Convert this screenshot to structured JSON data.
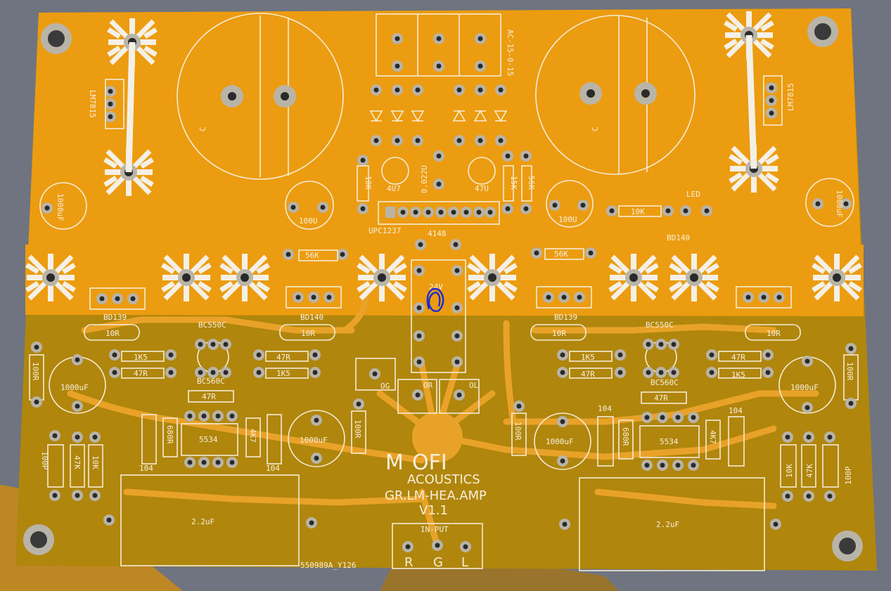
{
  "colors": {
    "board_top": "#ec9c10",
    "board_bottom": "#b0860c",
    "copper_trace": "#e9a228",
    "silkscreen": "#f5ecd6",
    "pad": "#b9b4a8",
    "hole": "#2a2a2a",
    "background_cloth": "#c58a18",
    "annotation": "#1a2bd6"
  },
  "icons": [
    "mounting-hole-icon",
    "heatsink-pad-icon",
    "diode-symbol-icon",
    "scribble-mark-icon"
  ],
  "labels": {
    "ac_connector": "AC-15-0-15",
    "reg_left": "LM7815",
    "reg_right": "LM7815",
    "cap_big_left": "C",
    "cap_big_right": "C",
    "cap_1000u_left": "1000uF",
    "cap_1000u_right": "1000uF",
    "cap_100u_left": "100U",
    "cap_100u_right": "100U",
    "r_10k_top": "10K",
    "cap_4u7": "4U7",
    "cap_0022u": "0.022U",
    "cap_47u": "47U",
    "r_15k": "15K",
    "r_56k_top": "56K",
    "led": "LED",
    "r_10k_led": "10K",
    "ic_upc": "UPC1237",
    "diode_4148": "4148",
    "r_56k_left": "56K",
    "r_56k_right": "56K",
    "bd140_right_top": "BD140",
    "bd139_left": "BD139",
    "bd140_left": "BD140",
    "bd139_right": "BD139",
    "relay_24v": "24V",
    "r_10r_a": "10R",
    "r_10r_b": "10R",
    "r_10r_c": "10R",
    "r_10r_d": "10R",
    "bc550c_left": "BC550C",
    "bc560c_left": "BC560C",
    "bc550c_right": "BC550C",
    "bc560c_right": "BC560C",
    "r_1k5_a": "1K5",
    "r_47r_a": "47R",
    "r_47r_b": "47R",
    "r_1k5_b": "1K5",
    "r_47r_c": "47R",
    "r_1k5_c": "1K5",
    "r_47r_d": "47R",
    "r_47r_e": "47R",
    "r_1k5_d": "1K5",
    "r_47r_f": "47R",
    "r_100r_left": "100R",
    "r_100r_right": "100R",
    "r_100r_mid_l": "100R",
    "r_100r_mid_r": "100R",
    "cap_1000uf_bl": "1000uF",
    "cap_1000uf_ml": "1000uF",
    "cap_1000uf_mr": "1000uF",
    "cap_1000uf_br": "1000uF",
    "r_680r_left": "680R",
    "r_680r_right": "680R",
    "ic_5534_left": "5534",
    "ic_5534_right": "5534",
    "r_4k7_left": "4K7",
    "r_4k7_right": "4K7",
    "cap_104_a": "104",
    "cap_104_b": "104",
    "cap_104_c": "104",
    "cap_104_d": "104",
    "c_100p_left": "100P",
    "c_100p_right": "100P",
    "r_47k_left": "47K",
    "r_47k_right": "47K",
    "r_10k_bl": "10K",
    "r_10k_br": "10K",
    "cap_22uf_left": "2.2uF",
    "cap_22uf_right": "2.2uF",
    "out_og": "OG",
    "out_or": "OR",
    "out_ol": "OL",
    "brand_m": "M",
    "brand_ofi": "OFI",
    "brand_acoustics": "ACOUSTICS",
    "board_name": "GR.LM-HEA.AMP",
    "version": "V1.1",
    "input_header": "IN-PUT",
    "input_r": "R",
    "input_g": "G",
    "input_l": "L",
    "serial": "550989A_Y126"
  }
}
